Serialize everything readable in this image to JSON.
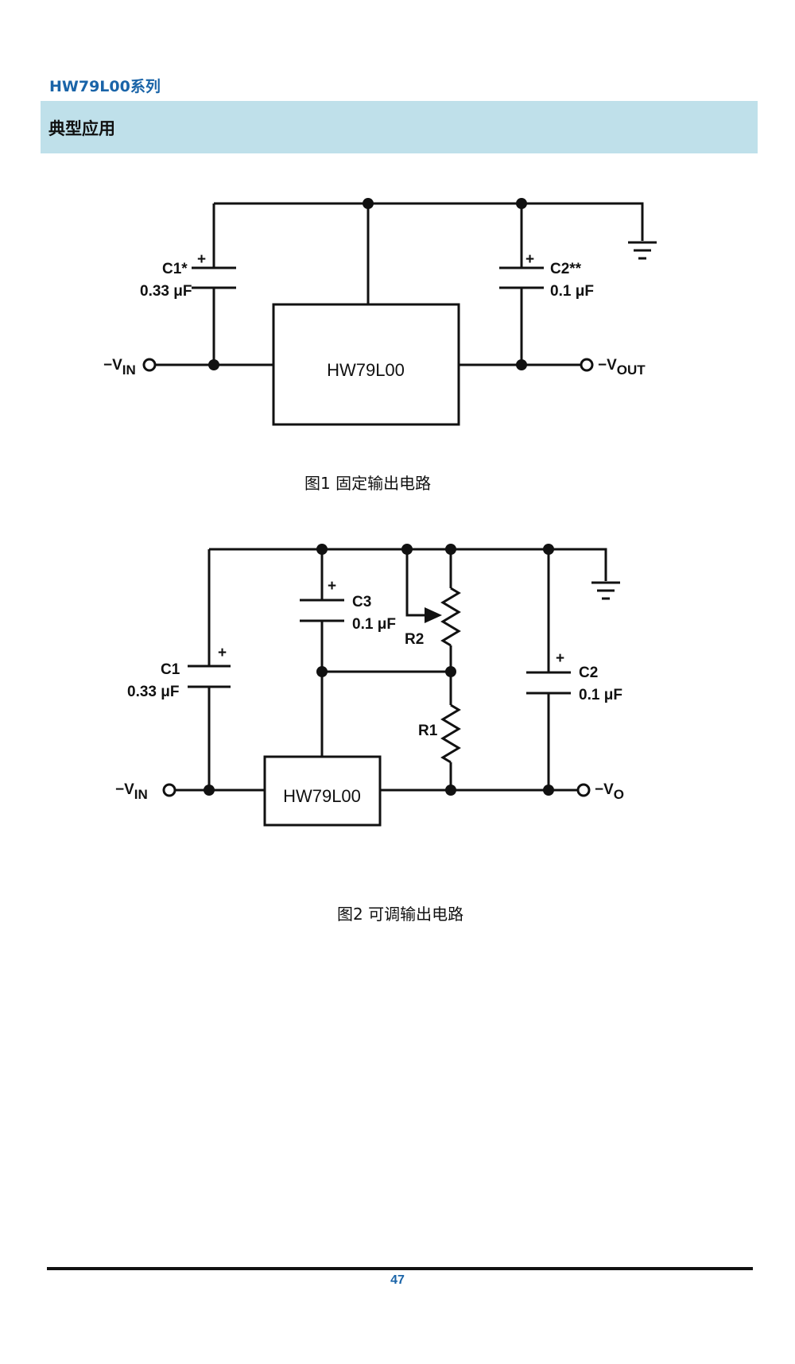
{
  "header": {
    "series": "HW79L00系列",
    "section": "典型应用"
  },
  "figure1": {
    "caption": "图1 固定输出电路",
    "chip": "HW79L00",
    "c1_name": "C1*",
    "c1_value": "0.33 μF",
    "c2_name": "C2**",
    "c2_value": "0.1 μF",
    "vin_prefix": "−V",
    "vin_sub": "IN",
    "vout_prefix": "−V",
    "vout_sub": "OUT",
    "plus": "+"
  },
  "figure2": {
    "caption": "图2 可调输出电路",
    "chip": "HW79L00",
    "c1_name": "C1",
    "c1_value": "0.33 μF",
    "c2_name": "C2",
    "c2_value": "0.1 μF",
    "c3_name": "C3",
    "c3_value": "0.1 μF",
    "r1_name": "R1",
    "r2_name": "R2",
    "vin_prefix": "−V",
    "vin_sub": "IN",
    "vo_prefix": "−V",
    "vo_sub": "O",
    "plus": "+"
  },
  "footer": {
    "page_number": "47"
  }
}
